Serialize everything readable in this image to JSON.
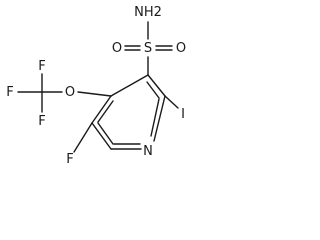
{
  "molecule": {
    "atoms": {
      "nh2": "NH2",
      "s": "S",
      "o_left": "O",
      "o_right": "O",
      "o_ether": "O",
      "f_top": "F",
      "f_left": "F",
      "f_bottom": "F",
      "f_ring": "F",
      "n_ring": "N",
      "i": "I"
    }
  }
}
